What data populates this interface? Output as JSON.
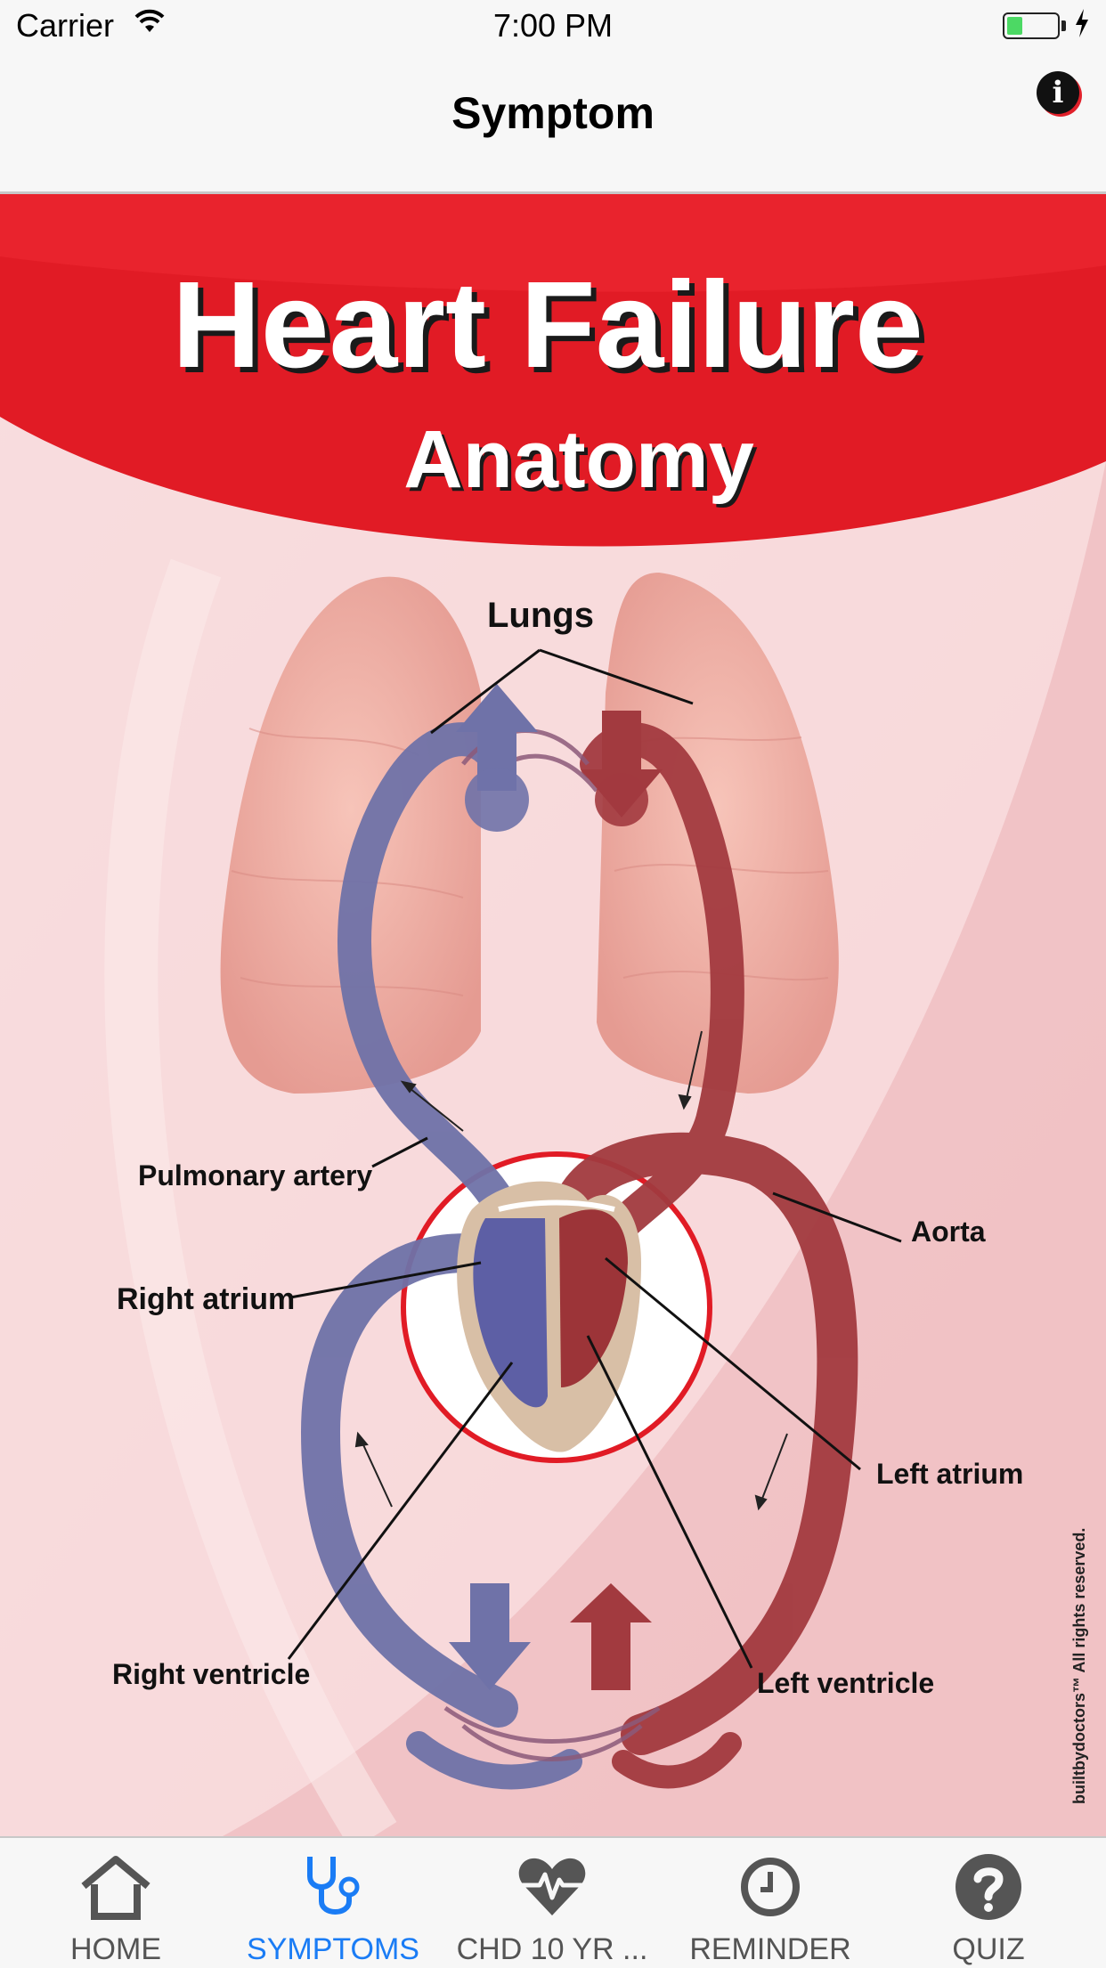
{
  "status_bar": {
    "carrier": "Carrier",
    "time": "7:00 PM",
    "battery_level": 0.3
  },
  "nav": {
    "title": "Symptom",
    "info_icon": "info-icon"
  },
  "slide": {
    "title": "Heart Failure",
    "subtitle": "Anatomy",
    "labels": {
      "lungs": "Lungs",
      "pulmonary_artery": "Pulmonary artery",
      "aorta": "Aorta",
      "right_atrium": "Right atrium",
      "left_atrium": "Left atrium",
      "right_ventricle": "Right ventricle",
      "left_ventricle": "Left ventricle"
    },
    "copyright": "builtbydoctors™ All rights reserved.",
    "colors": {
      "banner": "#e11b25",
      "deoxygenated": "#6f72a8",
      "oxygenated": "#a23a3f"
    }
  },
  "pager": {
    "count": 11,
    "active_index": 0
  },
  "tabs": [
    {
      "label": "HOME",
      "icon": "home-icon",
      "active": false
    },
    {
      "label": "SYMPTOMS",
      "icon": "stethoscope-icon",
      "active": true
    },
    {
      "label": "CHD 10 YR ...",
      "icon": "heart-pulse-icon",
      "active": false
    },
    {
      "label": "REMINDER",
      "icon": "clock-icon",
      "active": false
    },
    {
      "label": "QUIZ",
      "icon": "question-icon",
      "active": false
    }
  ],
  "accent_color": "#1a7cf5"
}
